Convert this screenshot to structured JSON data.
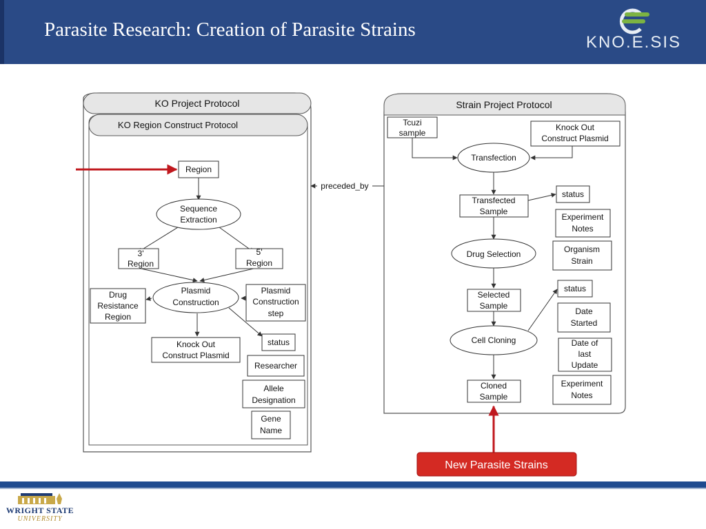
{
  "slide": {
    "title": "Parasite Research: Creation of Parasite Strains"
  },
  "logo": {
    "text": "KNO.E.SIS"
  },
  "footer_logo": {
    "name": "WRIGHT STATE",
    "sub": "UNIVERSITY"
  },
  "colors": {
    "header": "#2a4a86",
    "accent_red": "#c0181e",
    "callout_fill": "#d42a23",
    "logo_green": "#7cb342"
  },
  "ko_panel": {
    "title": "KO Project Protocol",
    "inner_title": "KO Region Construct Protocol",
    "nodes": {
      "region": "Region",
      "sequence_extraction": [
        "Sequence",
        "Extraction"
      ],
      "region_3": [
        "3'",
        "Region"
      ],
      "region_5": [
        "5'",
        "Region"
      ],
      "plasmid_construction": [
        "Plasmid",
        "Construction"
      ],
      "drug_resistance_region": [
        "Drug",
        "Resistance",
        "Region"
      ],
      "plasmid_construction_step": [
        "Plasmid",
        "Construction",
        "step"
      ],
      "knock_out_construct_plasmid": [
        "Knock Out",
        "Construct Plasmid"
      ],
      "status": "status",
      "researcher": "Researcher",
      "allele_designation": [
        "Allele",
        "Designation"
      ],
      "gene_name": [
        "Gene",
        "Name"
      ]
    }
  },
  "link_label": "preceded_by",
  "strain_panel": {
    "title": "Strain Project Protocol",
    "nodes": {
      "tcuzi_sample": [
        "Tcuzi",
        "sample"
      ],
      "knock_out_construct_plasmid": [
        "Knock Out",
        "Construct Plasmid"
      ],
      "transfection": "Transfection",
      "transfected_sample": [
        "Transfected",
        "Sample"
      ],
      "status_1": "status",
      "experiment_notes_1": [
        "Experiment",
        "Notes"
      ],
      "drug_selection": "Drug Selection",
      "organism_strain": [
        "Organism",
        "Strain"
      ],
      "selected_sample": [
        "Selected",
        "Sample"
      ],
      "status_2": "status",
      "date_started": [
        "Date",
        "Started"
      ],
      "cell_cloning": "Cell Cloning",
      "date_of_last_update": [
        "Date of",
        "last",
        "Update"
      ],
      "cloned_sample": [
        "Cloned",
        "Sample"
      ],
      "experiment_notes_2": [
        "Experiment",
        "Notes"
      ]
    }
  },
  "callout": {
    "label": "New Parasite Strains"
  }
}
